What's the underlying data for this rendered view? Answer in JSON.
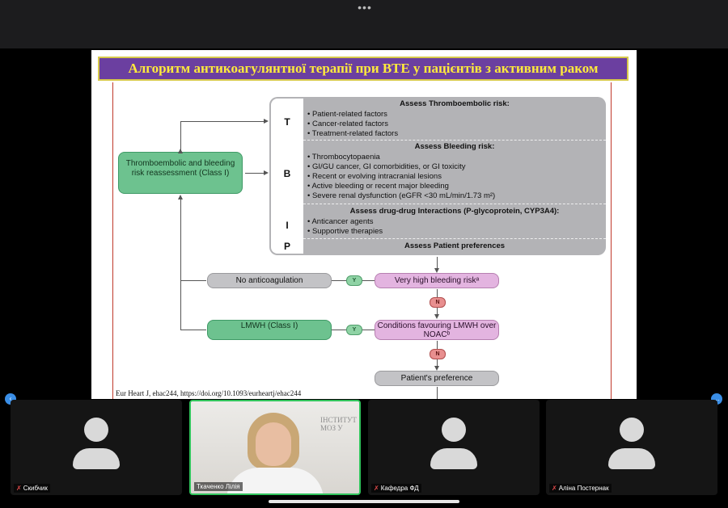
{
  "top_bar": {
    "more_icon": "more-horizontal-icon"
  },
  "slide": {
    "title": "Алгоритм антикоагулянтної терапії при ВТЕ у пацієнтів з активним раком",
    "tbip": {
      "letters": [
        "T",
        "B",
        "I",
        "P"
      ],
      "thrombo_header": "Assess Thromboembolic risk:",
      "thrombo_items": [
        "Patient-related factors",
        "Cancer-related factors",
        "Treatment-related factors"
      ],
      "bleeding_header": "Assess Bleeding risk:",
      "bleeding_items": [
        "Thrombocytopaenia",
        "GI/GU cancer, GI comorbidities, or GI toxicity",
        "Recent or evolving intracranial lesions",
        "Active bleeding or recent major bleeding",
        "Severe renal dysfunction (eGFR <30 mL/min/1.73 m²)"
      ],
      "interactions_header": "Assess drug-drug Interactions (P-glycoprotein, CYP3A4):",
      "interactions_items": [
        "Anticancer agents",
        "Supportive therapies"
      ],
      "preferences_header": "Assess Patient preferences"
    },
    "reassessment": "Thromboembolic and bleeding risk reassessment (Class I)",
    "no_anticoag": "No anticoagulation",
    "very_high_bleeding": "Very high bleeding riskᵃ",
    "lmwh": "LMWH (Class I)",
    "conditions": "Conditions favouring LMWH over NOACᵇ",
    "patient_pref": "Patient's preference",
    "yes_label": "Y",
    "no_label": "N",
    "citation": "Eur Heart J, ehac244, https://doi.org/10.1093/eurheartj/ehac244"
  },
  "participants": [
    {
      "name": "Скибчик",
      "muted": true,
      "video": false
    },
    {
      "name": "Ткаченко Лілія",
      "muted": false,
      "video": true,
      "active": true,
      "logo_text": "ІНСТИТУТ МОЗ У"
    },
    {
      "name": "Кафедра ФД",
      "muted": true,
      "video": false
    },
    {
      "name": "Аліна Постернак",
      "muted": true,
      "video": false
    }
  ],
  "colors": {
    "title_bg": "#6b3fa0",
    "title_text": "#ffeb3b",
    "active_speaker": "#31c45c",
    "green_box": "#6dc28f",
    "pink_box": "#e3b4e0"
  }
}
